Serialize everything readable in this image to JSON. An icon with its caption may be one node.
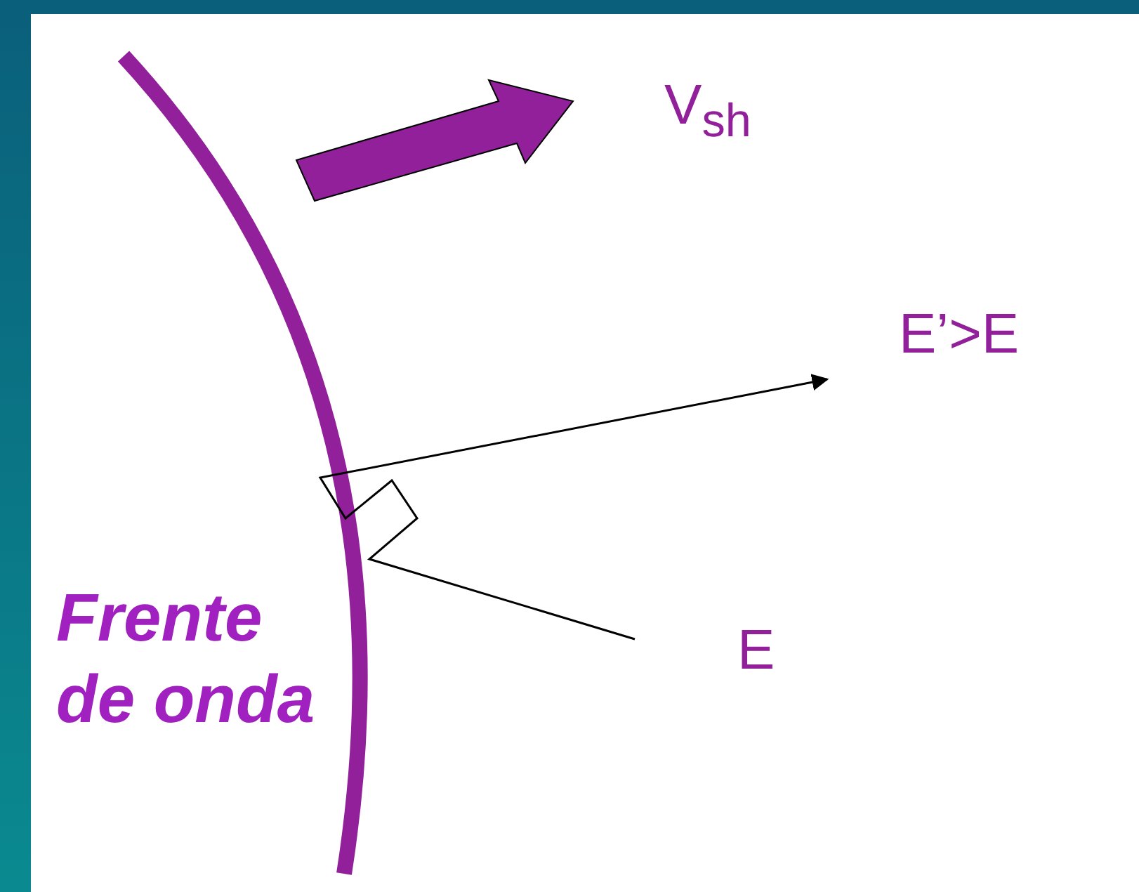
{
  "diagram": {
    "labels": [
      "V$_{sh}$",
      "E’>E",
      "E",
      "Frente de onda"
    ]
  }
}
